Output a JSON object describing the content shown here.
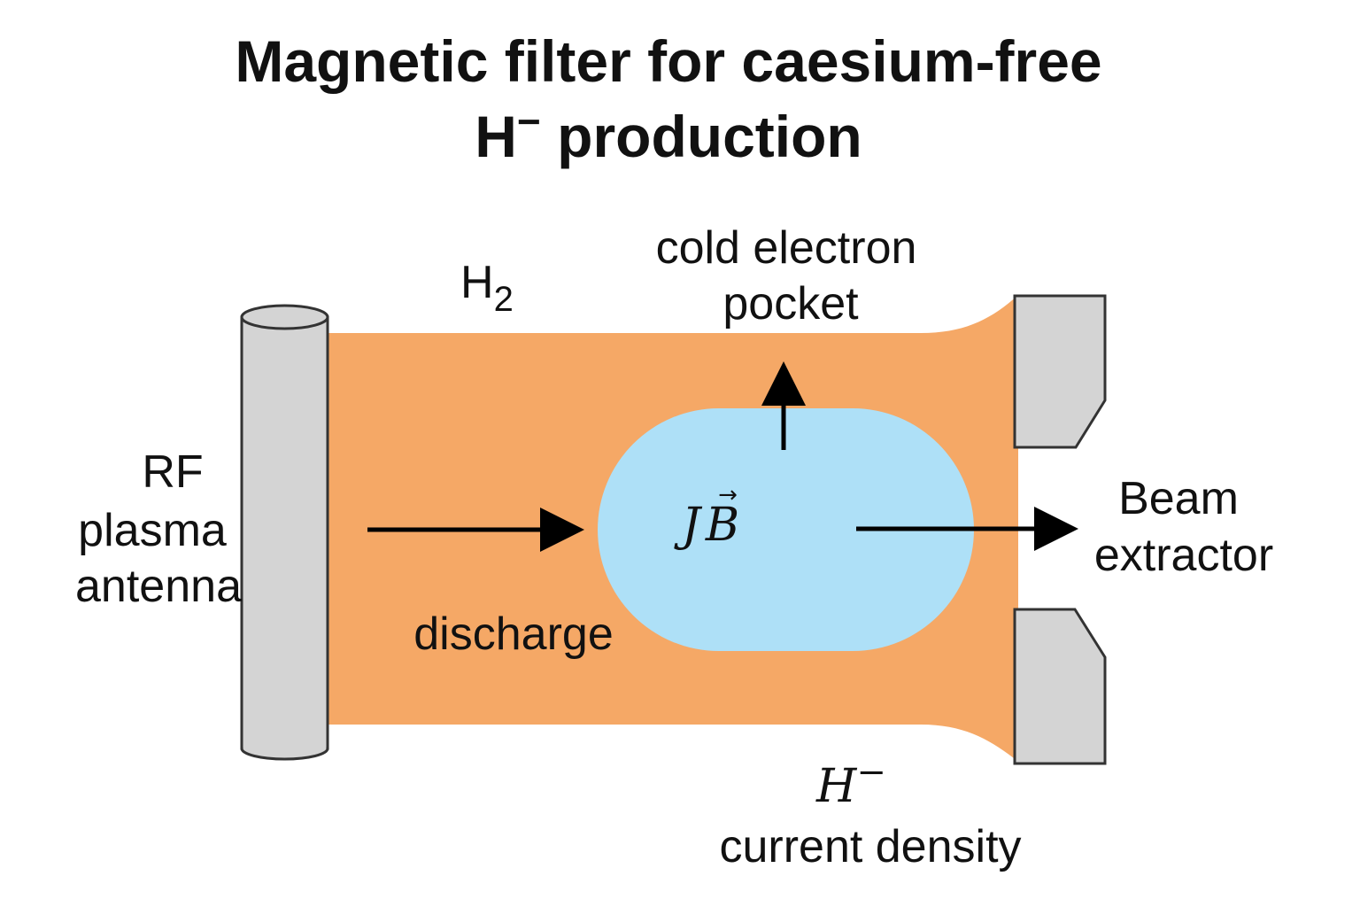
{
  "title": {
    "line1": "Magnetic filter for caesium-free",
    "line2_main": "H",
    "line2_sup": "−",
    "line2_rest": " production"
  },
  "labels": {
    "h2_main": "H",
    "h2_sub": "2",
    "cold_pocket_line1": "cold electron",
    "cold_pocket_line2": "pocket",
    "rf_line1": "RF",
    "rf_line2": "plasma",
    "rf_line3": "antenna",
    "discharge": "discharge",
    "jb_j": "J",
    "jb_b": "B",
    "jb_vec": "→",
    "beam_line1": "Beam",
    "beam_line2": "extractor",
    "hminus_main": "H",
    "hminus_sup": "−",
    "current_density": "current density"
  },
  "colors": {
    "plasma": "#f5a866",
    "pocket": "#aee0f7",
    "metal": "#d4d4d4",
    "outline": "#333333",
    "arrow": "#000000"
  }
}
